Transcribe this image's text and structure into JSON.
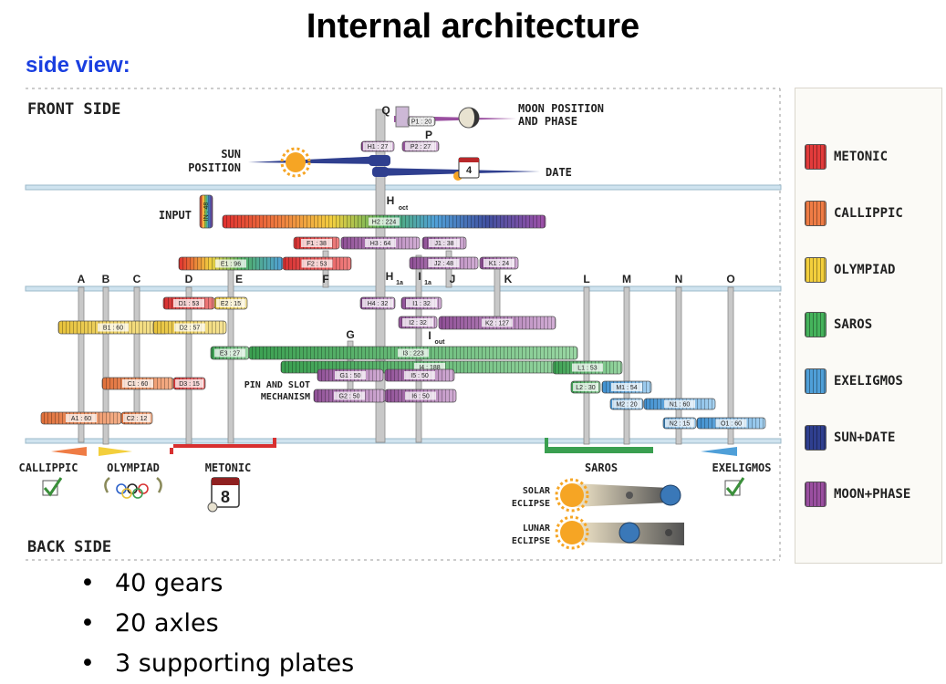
{
  "title": "Internal architecture",
  "subtitle": "side view:",
  "labels": {
    "front_side": "FRONT SIDE",
    "back_side": "BACK SIDE",
    "sun_position": [
      "SUN",
      "POSITION"
    ],
    "moon_position": [
      "MOON POSITION",
      "AND PHASE"
    ],
    "date": "DATE",
    "input": "INPUT",
    "pin_slot": [
      "PIN AND SLOT",
      "MECHANISM"
    ],
    "solar_eclipse": [
      "SOLAR",
      "ECLIPSE"
    ],
    "lunar_eclipse": [
      "LUNAR",
      "ECLIPSE"
    ],
    "date_icon_number": "4",
    "metonic_icon_number": "8"
  },
  "bottom_dials": [
    "CALLIPPIC",
    "OLYMPIAD",
    "METONIC",
    "SAROS",
    "EXELIGMOS"
  ],
  "axle_letters": [
    "A",
    "B",
    "C",
    "D",
    "E",
    "F",
    "J",
    "K",
    "L",
    "M",
    "N",
    "O",
    "G",
    "Q",
    "P"
  ],
  "axle_sub_labels": [
    "H",
    "oct",
    "H",
    "1a",
    "I",
    "1a",
    "I",
    "out"
  ],
  "gears": [
    "P1 : 20",
    "H1 : 27",
    "P2 : 27",
    "H2 : 224",
    "IN : 48",
    "F1 : 38",
    "H3 : 64",
    "J1 : 38",
    "E1 : 96",
    "F2 : 53",
    "J2 : 48",
    "K1 : 24",
    "D1 : 53",
    "E2 : 15",
    "H4 : 32",
    "I1 : 32",
    "B1 : 60",
    "D2 : 57",
    "I2 : 32",
    "K2 : 127",
    "E3 : 27",
    "I3 : 223",
    "I4 : 188",
    "G1 : 50",
    "I5 : 50",
    "L1 : 53",
    "C1 : 60",
    "D3 : 15",
    "L2 : 30",
    "M1 : 54",
    "G2 : 50",
    "I6 : 50",
    "M2 : 20",
    "N1 : 60",
    "A1 : 60",
    "C2 : 12",
    "N2 : 15",
    "O1 : 60"
  ],
  "legend": [
    {
      "label": "METONIC",
      "color": "#e23b3b"
    },
    {
      "label": "CALLIPPIC",
      "color": "#ef7c45"
    },
    {
      "label": "OLYMPIAD",
      "color": "#f3cf3c"
    },
    {
      "label": "SAROS",
      "color": "#45b35c"
    },
    {
      "label": "EXELIGMOS",
      "color": "#4f9fd8"
    },
    {
      "label": "SUN+DATE",
      "color": "#2f3f8f"
    },
    {
      "label": "MOON+PHASE",
      "color": "#9a4fa0"
    }
  ],
  "bullets": [
    "40 gears",
    "20 axles",
    "3 supporting plates"
  ]
}
